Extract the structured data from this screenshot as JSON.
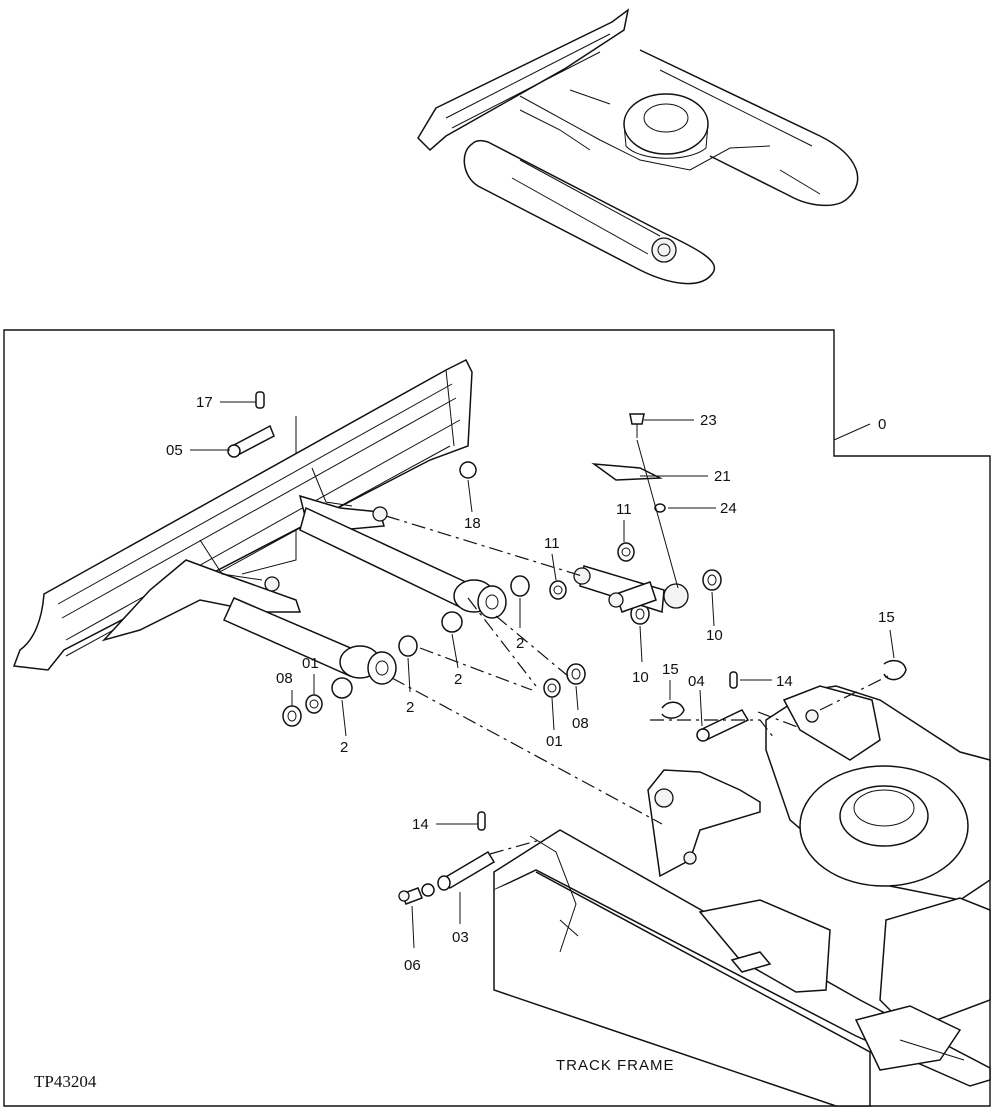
{
  "figure_id": "TP43204",
  "caption": "TRACK FRAME",
  "callouts": {
    "c0": "0",
    "c17": "17",
    "c05": "05",
    "c18": "18",
    "c23": "23",
    "c21": "21",
    "c24": "24",
    "c11a": "11",
    "c11b": "11",
    "c2a": "2",
    "c2b": "2",
    "c2c": "2",
    "c2d": "2",
    "c10a": "10",
    "c10b": "10",
    "c08a": "08",
    "c01a": "01",
    "c01b": "01",
    "c08b": "08",
    "c15a": "15",
    "c15b": "15",
    "c04": "04",
    "c14a": "14",
    "c14b": "14",
    "c03": "03",
    "c06": "06"
  }
}
